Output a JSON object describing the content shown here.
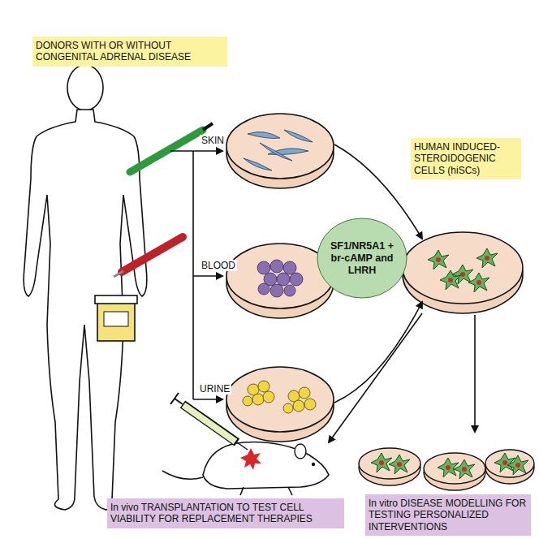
{
  "diagram": {
    "nodes": [
      {
        "text": [
          "DONORS WITH OR WITHOUT CONGENITAL ADRENAL DISEASE"
        ]
      },
      {
        "text": [
          "SF1/NR5A1 + br-cAMP and LHRH"
        ]
      },
      {
        "text": [
          "HUMAN INDUCED-STEROIDOGENIC CELLS (hiSCs)"
        ]
      },
      {
        "text": [
          "In vivo TRANSPLANTATION TO TEST CELL VIABILITY FOR REPLACEMENT THERAPIES"
        ]
      },
      {
        "text": [
          "In vitro DISEASE MODELLING FOR TESTING PERSONALIZED INTERVENTIONS"
        ]
      }
    ],
    "labels": [
      "SKIN",
      "BLOOD",
      "URINE"
    ]
  }
}
